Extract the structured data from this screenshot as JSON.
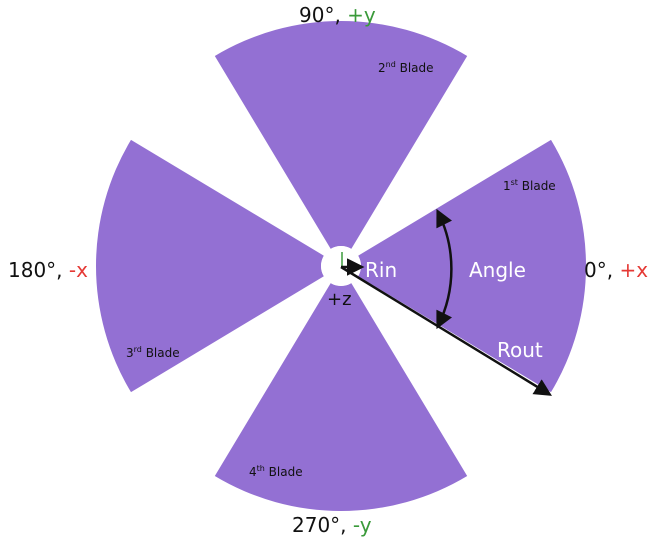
{
  "colors": {
    "blade": "#9370d3",
    "hub": "#ffffff",
    "arrow": "#111111",
    "positive_axis": "#3a9a3a",
    "negative_axis": "#e53935",
    "inner_text": "#ffffff"
  },
  "directions": {
    "right": {
      "angle": "0°, ",
      "axis": "+x"
    },
    "top": {
      "angle": "90°, ",
      "axis": "+y"
    },
    "left": {
      "angle": "180°, ",
      "axis": "-x"
    },
    "bottom": {
      "angle": "270°, ",
      "axis": "-y"
    }
  },
  "blades": [
    {
      "num": "1",
      "sup": "st",
      "word": " Blade"
    },
    {
      "num": "2",
      "sup": "nd",
      "word": " Blade"
    },
    {
      "num": "3",
      "sup": "rd",
      "word": " Blade"
    },
    {
      "num": "4",
      "sup": "th",
      "word": " Blade"
    }
  ],
  "annotations": {
    "rin": "Rin",
    "angle": "Angle",
    "rout": "Rout",
    "z": "+z"
  }
}
